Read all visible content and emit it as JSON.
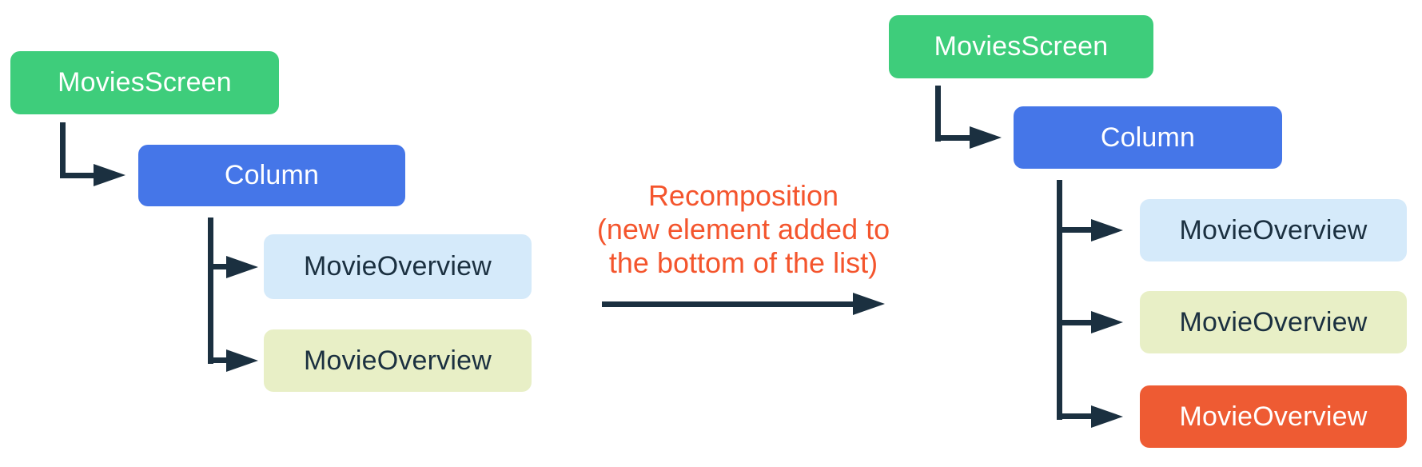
{
  "colors": {
    "background": "#ffffff",
    "connector": "#1b3040",
    "node_green": "#3ecd7b",
    "node_blue": "#4576e8",
    "node_light_blue": "#d5eafa",
    "node_pale_green": "#e8efc6",
    "node_orange": "#ee5b33",
    "text_on_dark": "#ffffff",
    "text_on_light": "#1b3040",
    "annotation_orange": "#f4552d"
  },
  "tree_before": {
    "nodes": [
      {
        "label": "MoviesScreen",
        "fill": "#3ecd7b",
        "text": "#ffffff"
      },
      {
        "label": "Column",
        "fill": "#4576e8",
        "text": "#ffffff"
      },
      {
        "label": "MovieOverview",
        "fill": "#d5eafa",
        "text": "#1b3040"
      },
      {
        "label": "MovieOverview",
        "fill": "#e8efc6",
        "text": "#1b3040"
      }
    ]
  },
  "annotation": {
    "lines": [
      "Recomposition",
      "(new element added to",
      "the bottom of the list)"
    ],
    "color": "#f4552d"
  },
  "tree_after": {
    "nodes": [
      {
        "label": "MoviesScreen",
        "fill": "#3ecd7b",
        "text": "#ffffff"
      },
      {
        "label": "Column",
        "fill": "#4576e8",
        "text": "#ffffff"
      },
      {
        "label": "MovieOverview",
        "fill": "#d5eafa",
        "text": "#1b3040"
      },
      {
        "label": "MovieOverview",
        "fill": "#e8efc6",
        "text": "#1b3040"
      },
      {
        "label": "MovieOverview",
        "fill": "#ee5b33",
        "text": "#ffffff"
      }
    ]
  }
}
